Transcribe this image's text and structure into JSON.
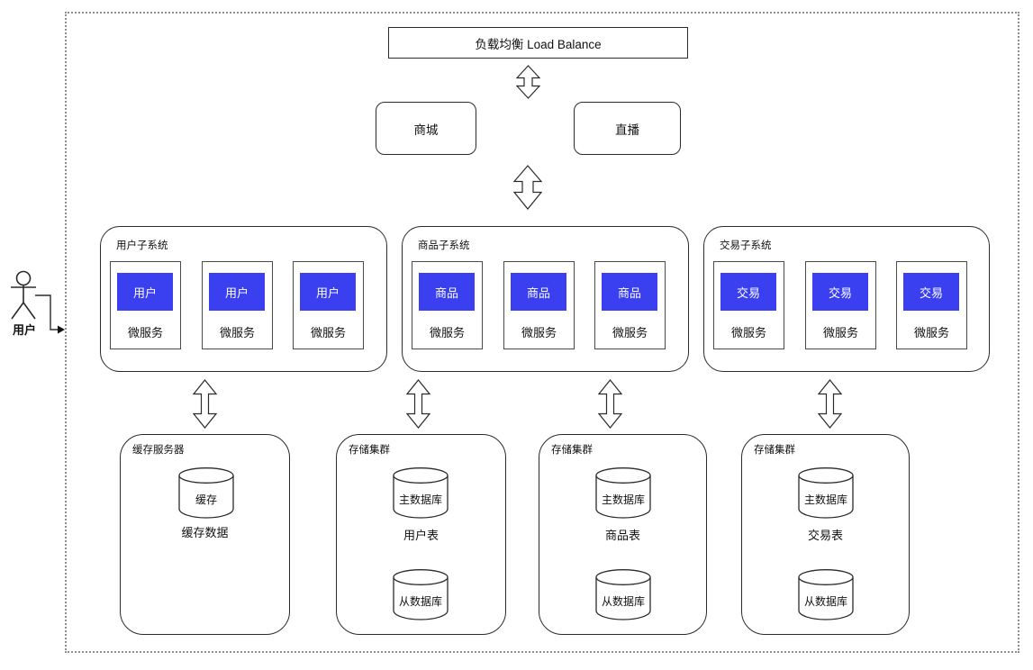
{
  "actor": {
    "label": "用户"
  },
  "load_balancer": {
    "label": "负载均衡 Load Balance"
  },
  "entry_apps": [
    {
      "label": "商城"
    },
    {
      "label": "直播"
    }
  ],
  "subsystems": [
    {
      "title": "用户子系统",
      "services": [
        {
          "name": "用户",
          "type": "微服务"
        },
        {
          "name": "用户",
          "type": "微服务"
        },
        {
          "name": "用户",
          "type": "微服务"
        }
      ]
    },
    {
      "title": "商品子系统",
      "services": [
        {
          "name": "商品",
          "type": "微服务"
        },
        {
          "name": "商品",
          "type": "微服务"
        },
        {
          "name": "商品",
          "type": "微服务"
        }
      ]
    },
    {
      "title": "交易子系统",
      "services": [
        {
          "name": "交易",
          "type": "微服务"
        },
        {
          "name": "交易",
          "type": "微服务"
        },
        {
          "name": "交易",
          "type": "微服务"
        }
      ]
    }
  ],
  "storage": [
    {
      "title": "缓存服务器",
      "cylinders": [
        {
          "label": "缓存"
        }
      ],
      "caption": "缓存数据"
    },
    {
      "title": "存储集群",
      "cylinders": [
        {
          "label": "主数据库"
        },
        {
          "label": "从数据库"
        }
      ],
      "caption": "用户表"
    },
    {
      "title": "存储集群",
      "cylinders": [
        {
          "label": "主数据库"
        },
        {
          "label": "从数据库"
        }
      ],
      "caption": "商品表"
    },
    {
      "title": "存储集群",
      "cylinders": [
        {
          "label": "主数据库"
        },
        {
          "label": "从数据库"
        }
      ],
      "caption": "交易表"
    }
  ],
  "colors": {
    "service_fill": "#3A40F0",
    "service_text": "#ffffff",
    "shape_line": "#2b2b2b",
    "boundary_dots": "#8d8d8d"
  }
}
